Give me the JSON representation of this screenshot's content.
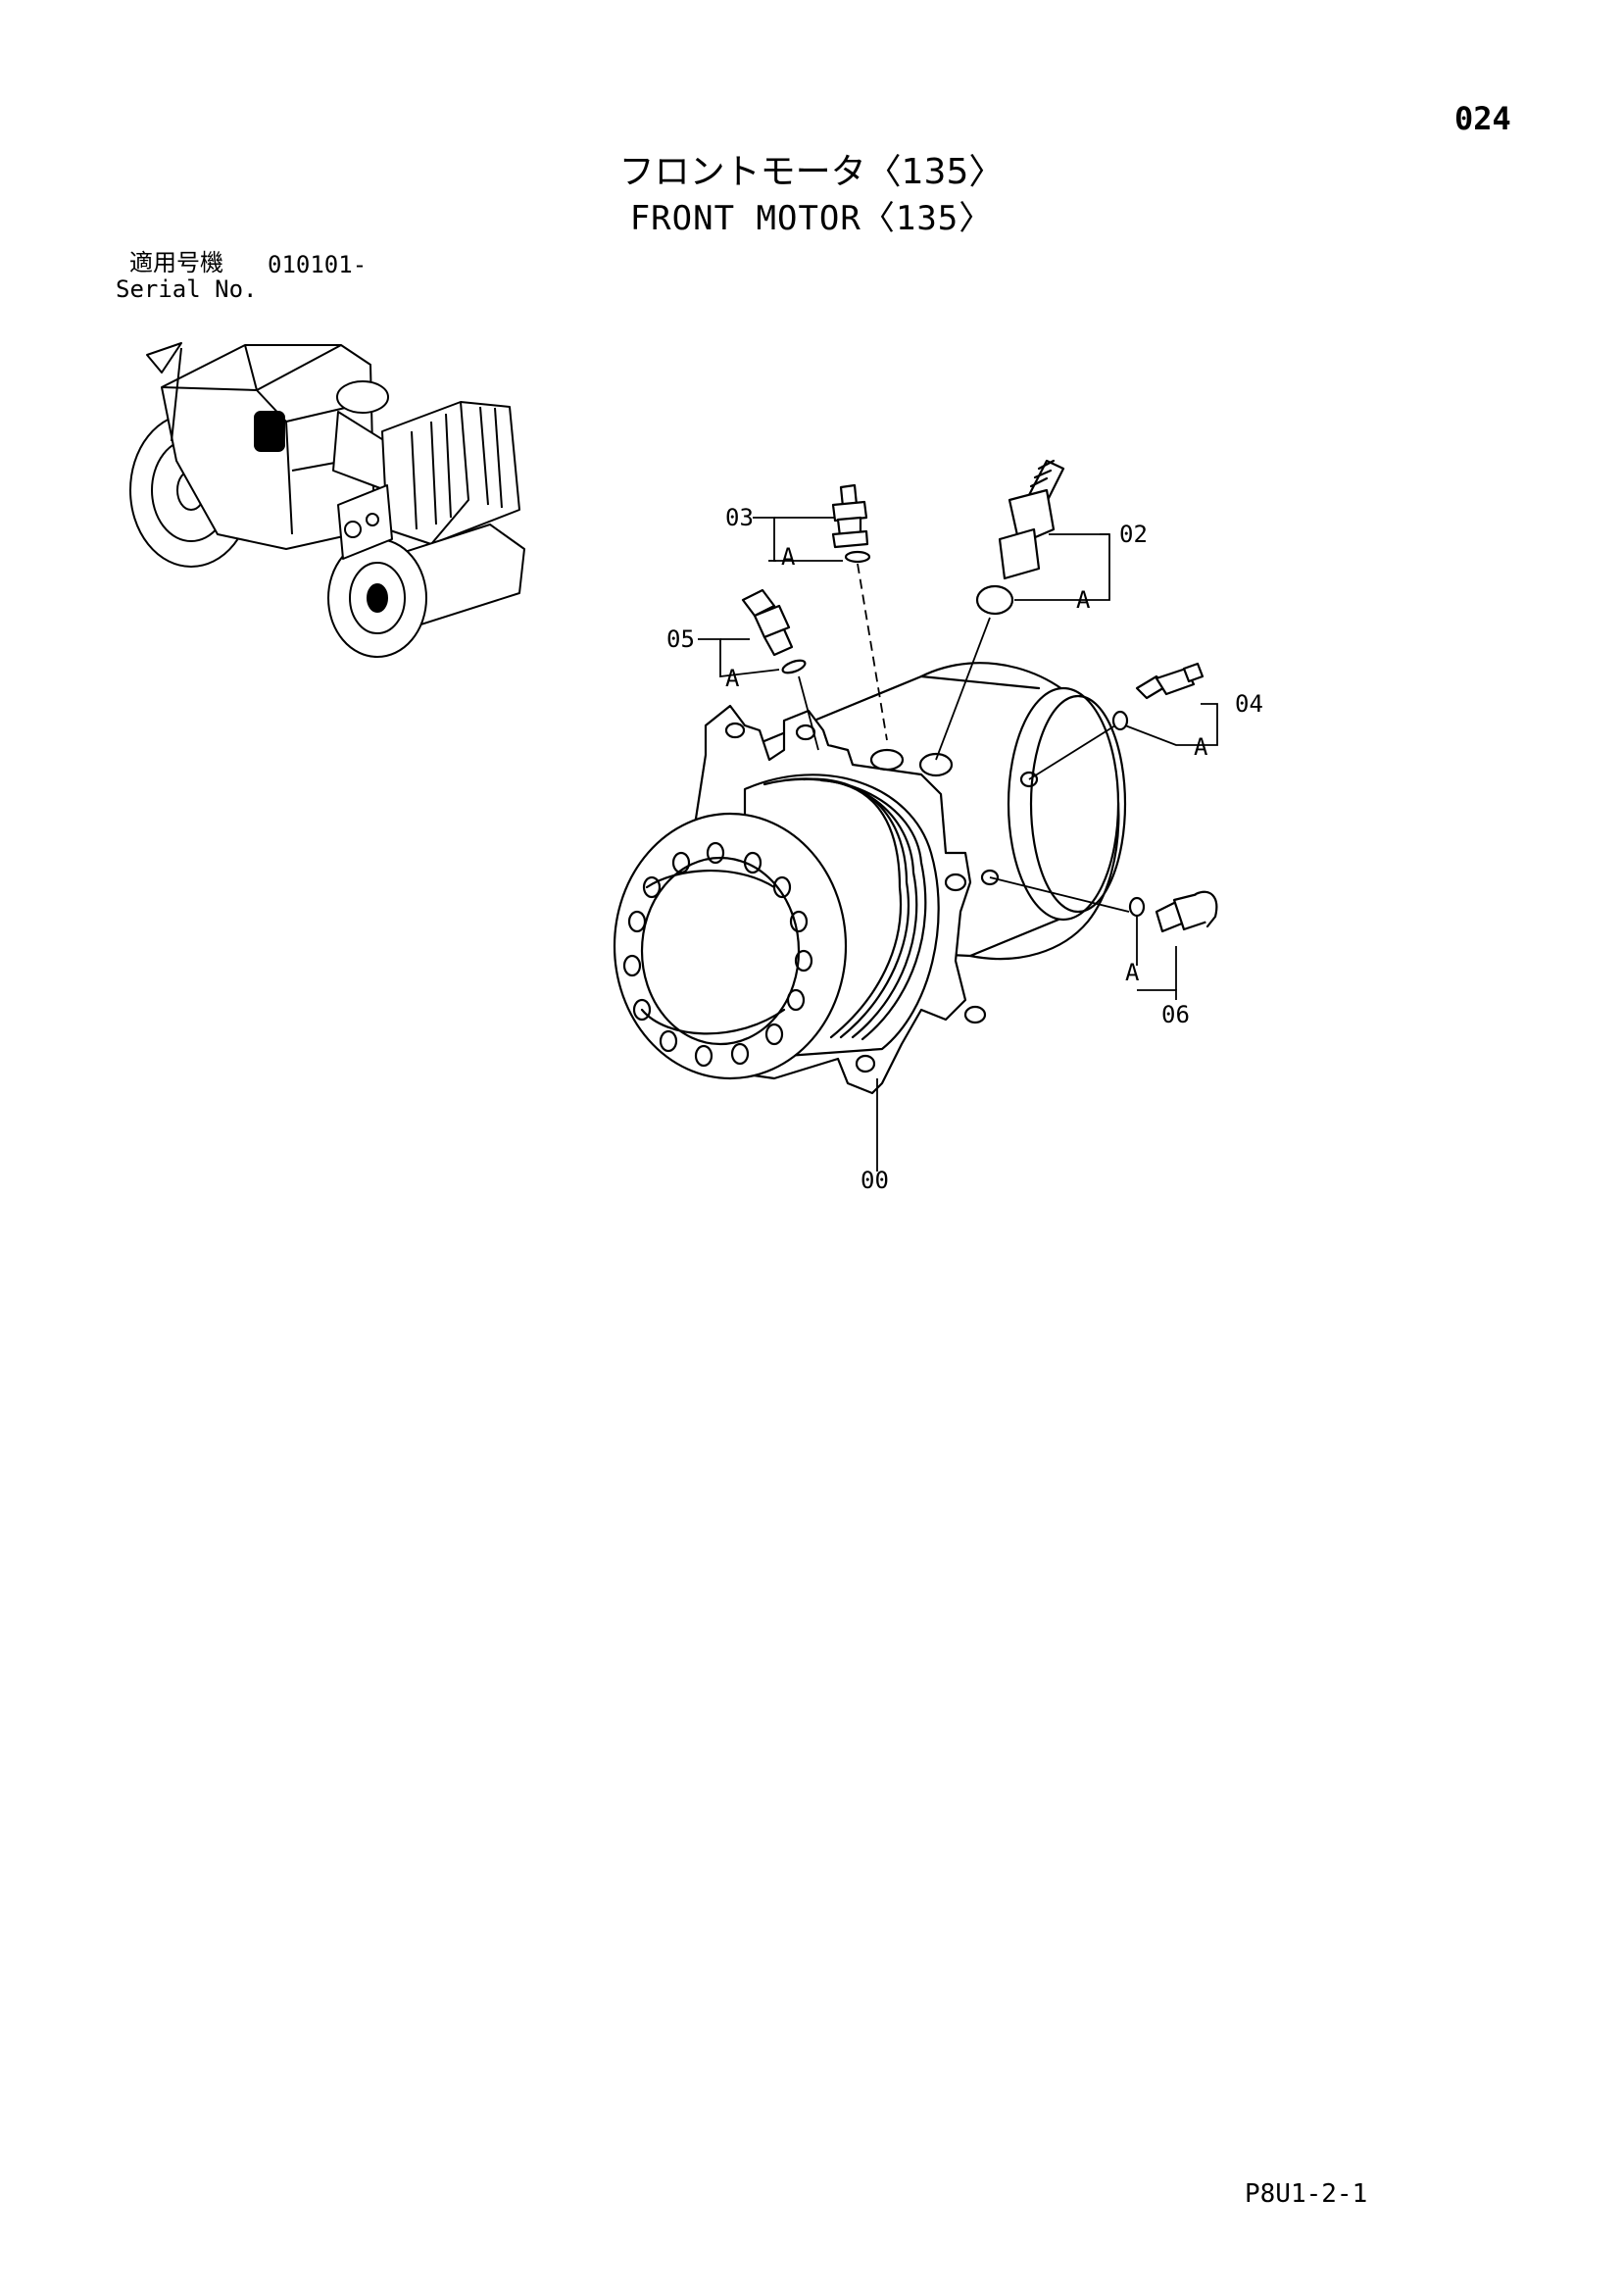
{
  "header": {
    "page_number": "024",
    "title_jp": "フロントモータ〈135〉",
    "title_en": "FRONT MOTOR〈135〉"
  },
  "serial": {
    "label_jp": "適用号機",
    "number": "010101-",
    "label_en": "Serial No."
  },
  "callouts": {
    "c00": "00",
    "c02": "02",
    "c03": "03",
    "c04": "04",
    "c05": "05",
    "c06": "06",
    "a1": "A",
    "a2": "A",
    "a3": "A",
    "a4": "A",
    "a5": "A"
  },
  "footer": {
    "code": "P8U1-2-1"
  }
}
